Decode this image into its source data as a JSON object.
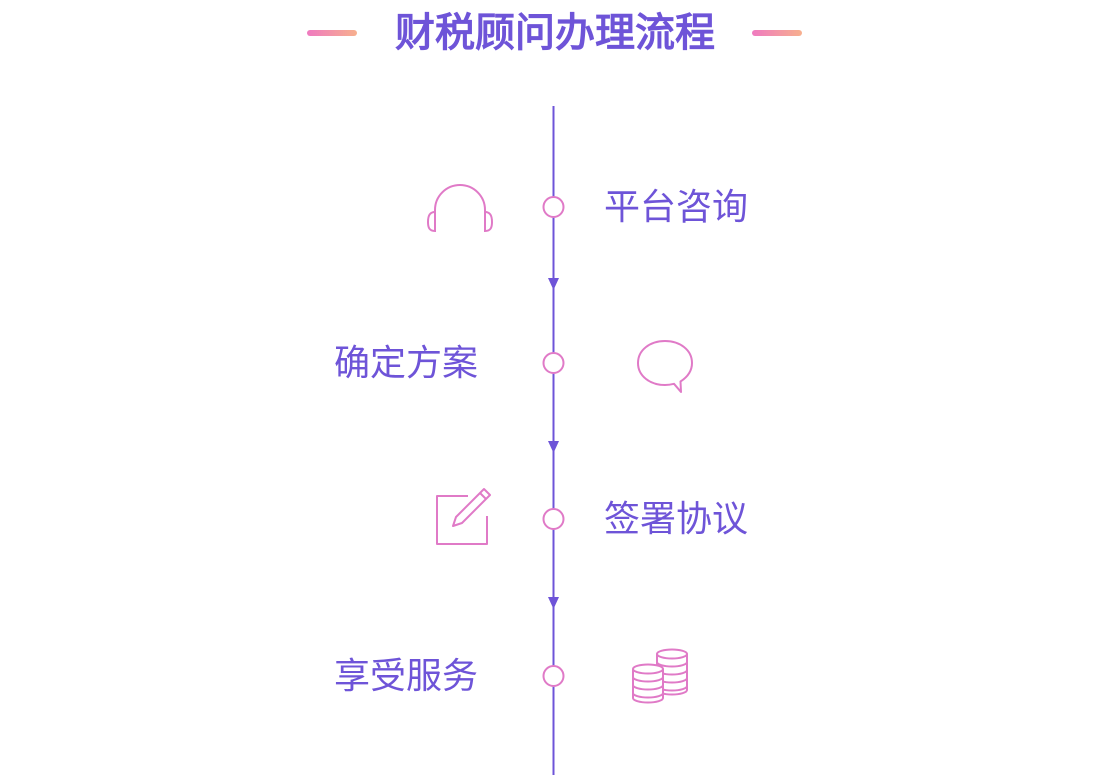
{
  "title": "财税顾问办理流程",
  "colors": {
    "accent": "#6e54d8",
    "icon_pink": "#e07ac7",
    "deco_gradient_start": "#ef7ac0",
    "deco_gradient_end": "#f7b08e"
  },
  "steps": [
    {
      "label": "平台咨询",
      "icon": "headphones-icon"
    },
    {
      "label": "确定方案",
      "icon": "speech-bubble-icon"
    },
    {
      "label": "签署协议",
      "icon": "edit-document-icon"
    },
    {
      "label": "享受服务",
      "icon": "coins-stack-icon"
    }
  ]
}
